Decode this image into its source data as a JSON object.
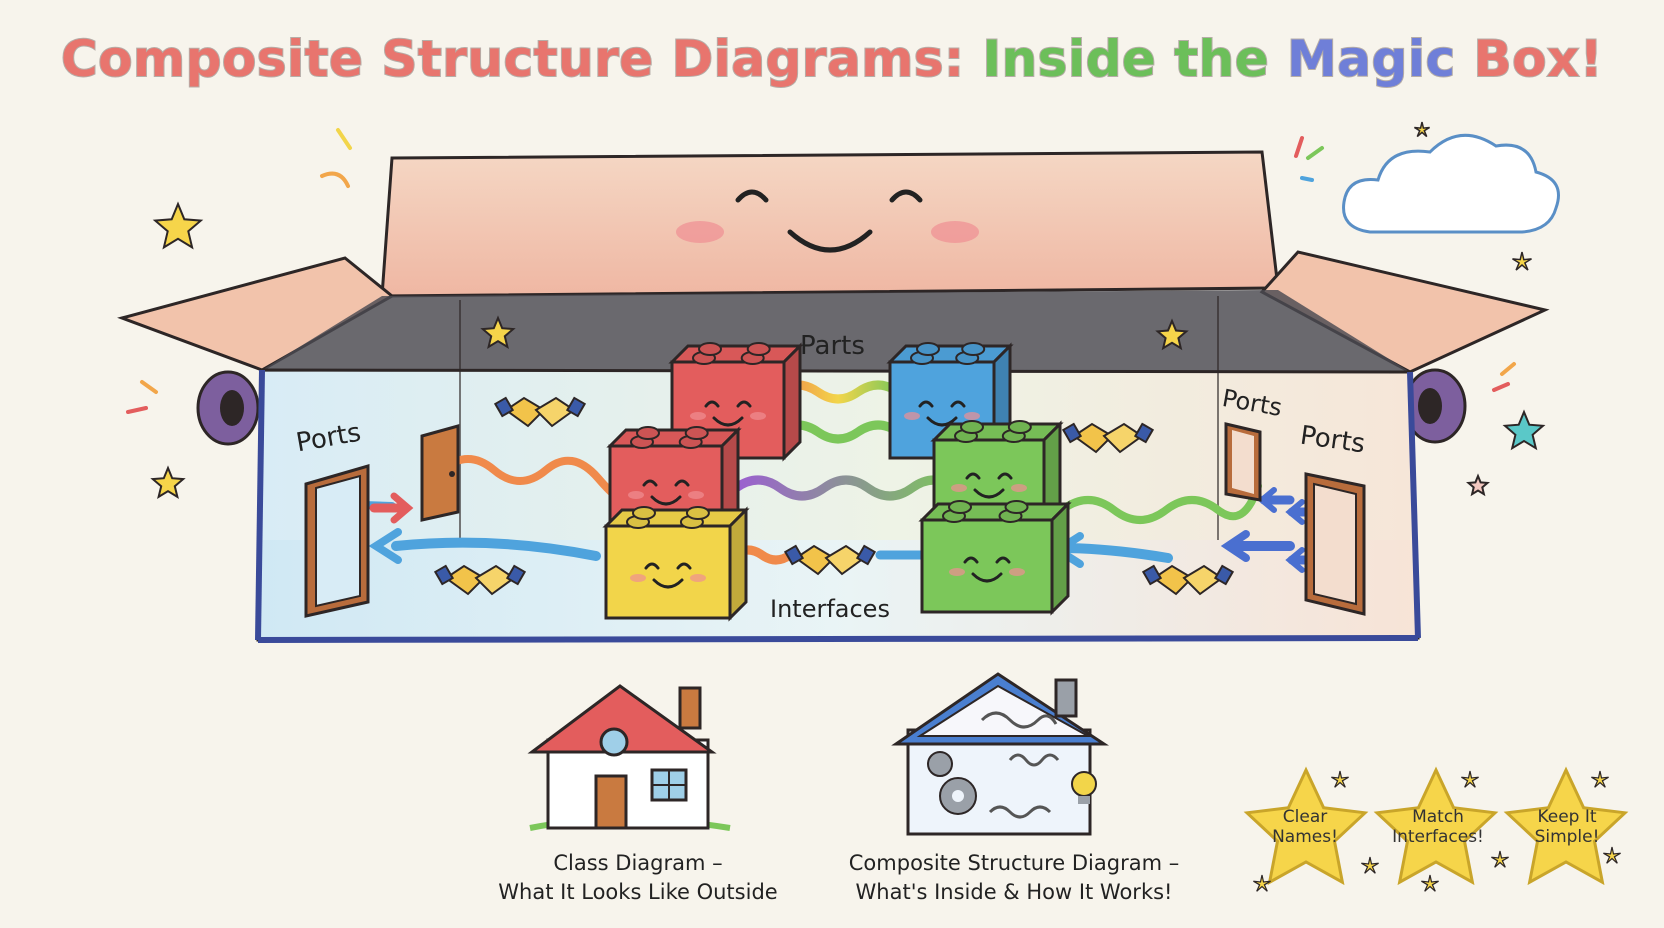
{
  "title": {
    "part1": "Composite Structure Diagrams:",
    "part2": "Inside the",
    "part3": "Magic",
    "part4": "Box!",
    "colors": {
      "part1": "#e8756e",
      "part2": "#6cbf5a",
      "part3": "#6f7fd8",
      "part4": "#e8756e"
    }
  },
  "box": {
    "label_parts": "Parts",
    "label_interfaces": "Interfaces",
    "label_ports_left": "Ports",
    "label_ports_right_top": "Ports",
    "label_ports_right": "Ports"
  },
  "captions": {
    "class_line1": "Class Diagram –",
    "class_line2": "What It Looks Like Outside",
    "composite_line1": "Composite Structure Diagram –",
    "composite_line2": "What's Inside & How It Works!"
  },
  "tips": [
    {
      "line1": "Clear",
      "line2": "Names!"
    },
    {
      "line1": "Match",
      "line2": "Interfaces!"
    },
    {
      "line1": "Keep It",
      "line2": "Simple!"
    }
  ],
  "colors": {
    "red_block": "#e35d5d",
    "blue_block": "#4fa3dd",
    "green_block": "#7cc75a",
    "yellow_block": "#f2d54a",
    "star": "#f6d54a",
    "box_lid": "#f2c9b0"
  }
}
